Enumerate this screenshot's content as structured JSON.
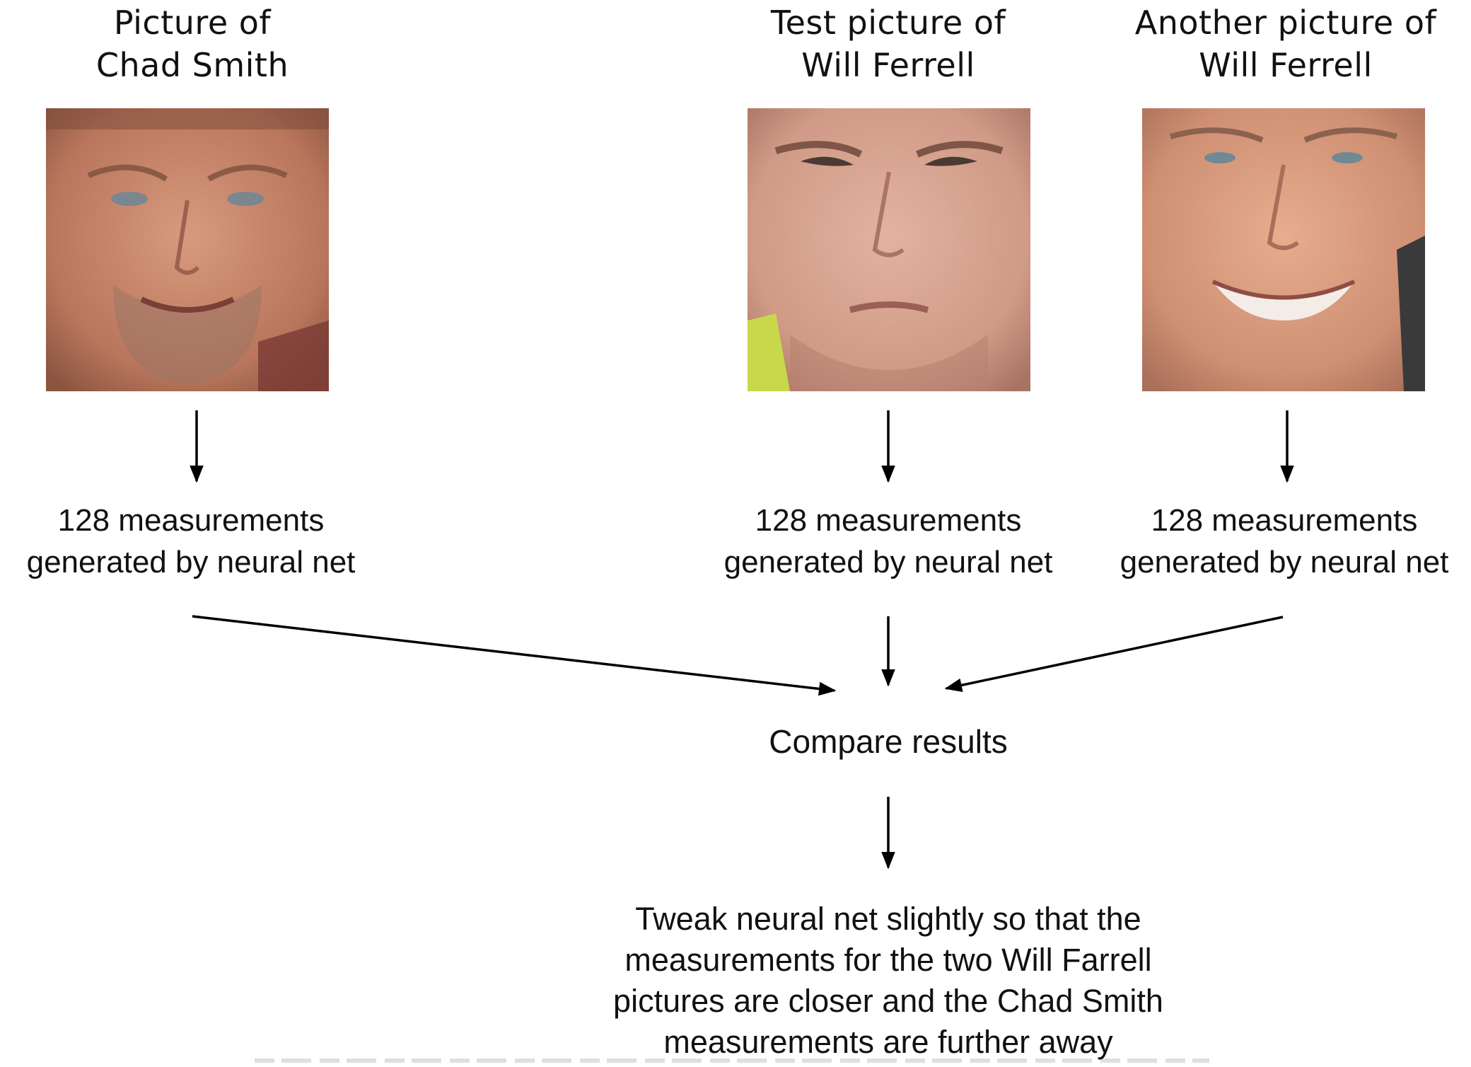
{
  "columns": [
    {
      "title_line1": "Picture of",
      "title_line2": "Chad Smith",
      "measurements_line1": "128 measurements",
      "measurements_line2": "generated by neural net",
      "face_icon": "face-photo-icon"
    },
    {
      "title_line1": "Test picture of",
      "title_line2": "Will Ferrell",
      "measurements_line1": "128 measurements",
      "measurements_line2": "generated by neural net",
      "face_icon": "face-photo-icon"
    },
    {
      "title_line1": "Another picture of",
      "title_line2": "Will Ferrell",
      "measurements_line1": "128 measurements",
      "measurements_line2": "generated by neural net",
      "face_icon": "face-photo-icon"
    }
  ],
  "compare": "Compare results",
  "tweak": {
    "line1": "Tweak neural net slightly so that the",
    "line2": "measurements for the two Will Farrell",
    "line3": "pictures are closer and the Chad Smith",
    "line4": "measurements are further away"
  },
  "colors": {
    "skin_chad": "#c98268",
    "skin_will": "#d69c86",
    "arrow": "#000000"
  }
}
